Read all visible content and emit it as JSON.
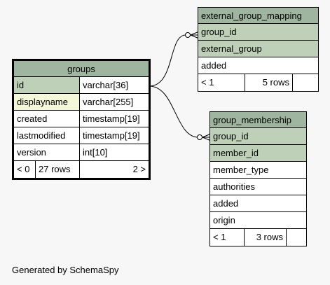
{
  "groups": {
    "title": "groups",
    "rows": [
      {
        "name": "id",
        "type": "varchar[36]"
      },
      {
        "name": "displayname",
        "type": "varchar[255]"
      },
      {
        "name": "created",
        "type": "timestamp[19]"
      },
      {
        "name": "lastmodified",
        "type": "timestamp[19]"
      },
      {
        "name": "version",
        "type": "int[10]"
      }
    ],
    "footer": {
      "left": "< 0",
      "rows": "27 rows",
      "right": "2 >"
    }
  },
  "external_group_mapping": {
    "title": "external_group_mapping",
    "rows": [
      "group_id",
      "external_group",
      "added"
    ],
    "footer": {
      "left": "< 1",
      "rows": "5 rows"
    }
  },
  "group_membership": {
    "title": "group_membership",
    "rows": [
      "group_id",
      "member_id",
      "member_type",
      "authorities",
      "added",
      "origin"
    ],
    "footer": {
      "left": "< 1",
      "rows": "3 rows"
    }
  },
  "generated_by": "Generated by SchemaSpy"
}
